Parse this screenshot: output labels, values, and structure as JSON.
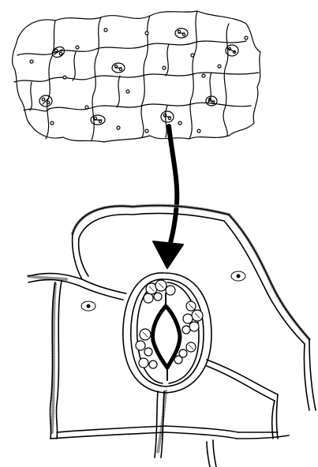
{
  "figure": {
    "panels": [
      {
        "name": "leaf-epidermis-overview"
      },
      {
        "name": "stoma-magnified-view"
      }
    ],
    "arrow": {
      "from": "highlighted-stoma",
      "to": "magnified-stoma"
    },
    "colors": {
      "stroke": "#000000",
      "background": "#ffffff",
      "stipple": "#555555"
    }
  }
}
